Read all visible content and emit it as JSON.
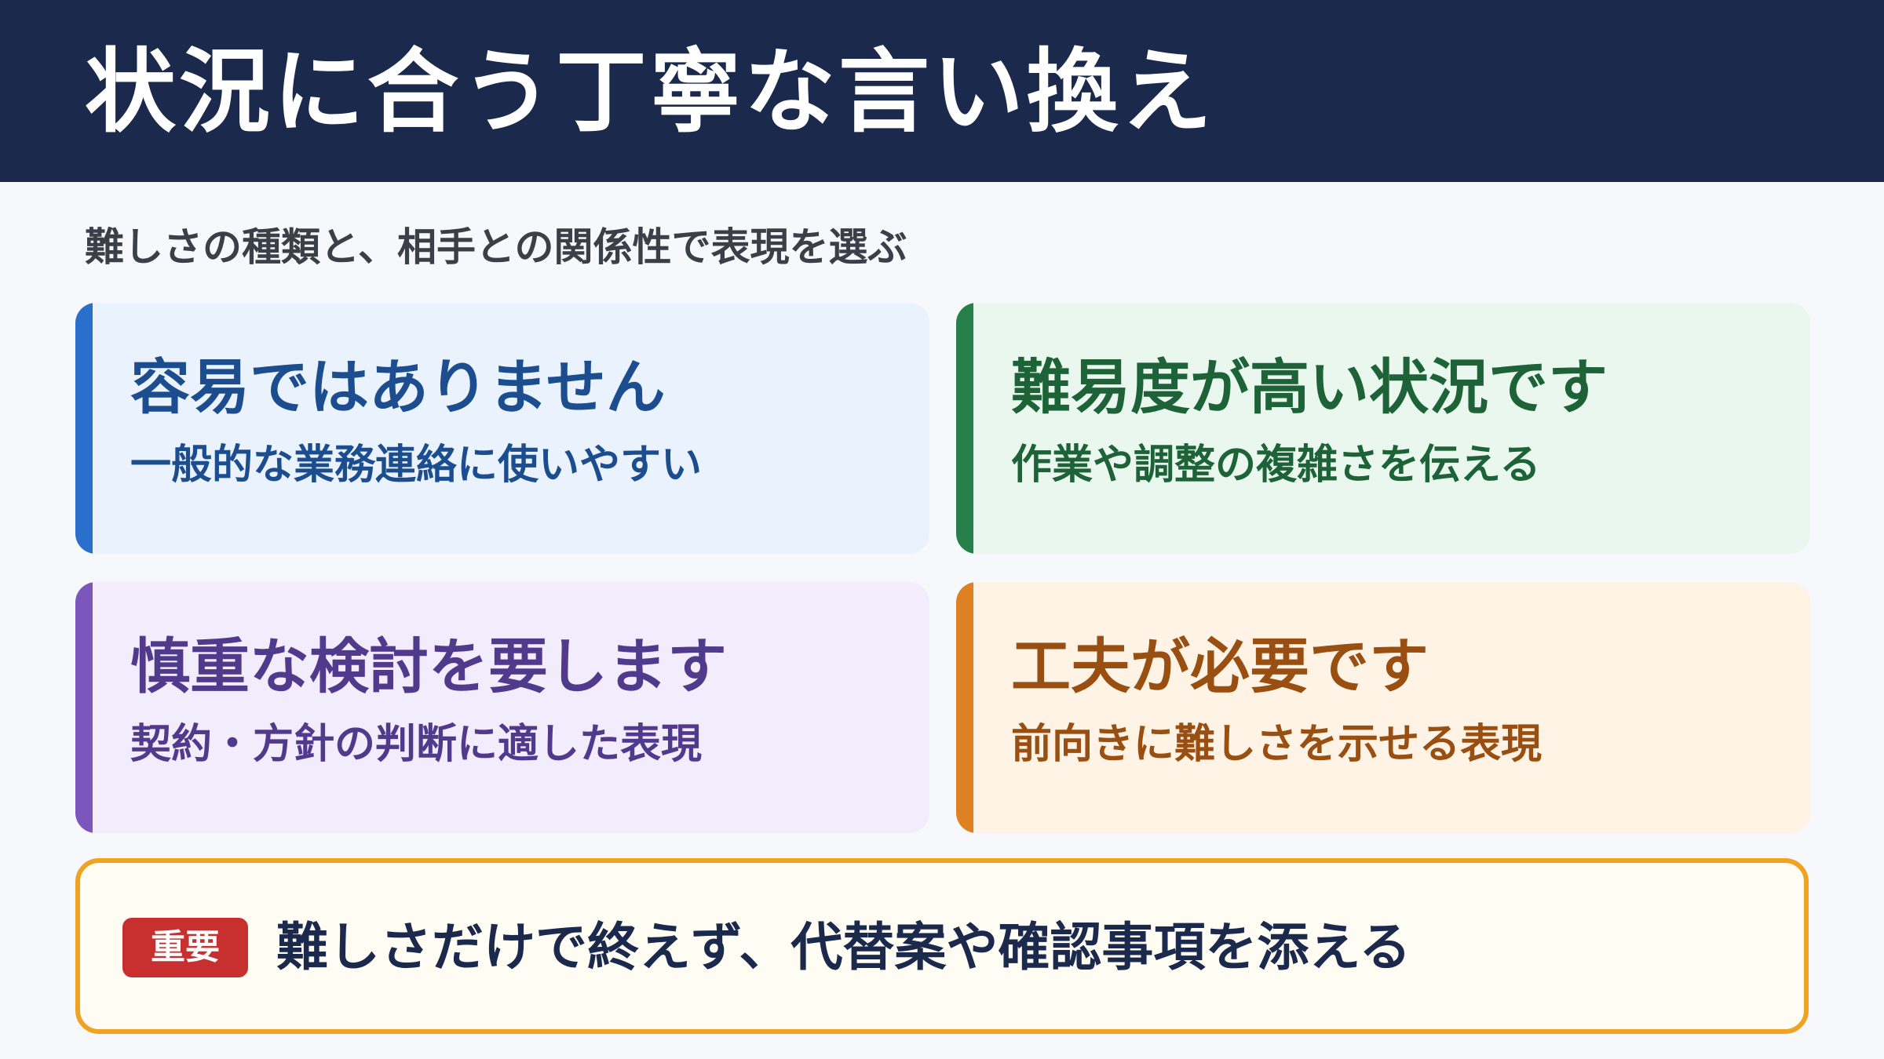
{
  "header": {
    "title": "状況に合う丁寧な言い換え"
  },
  "subtitle": "難しさの種類と、相手との関係性で表現を選ぶ",
  "cards": [
    {
      "title": "容易ではありません",
      "description": "一般的な業務連絡に使いやすい",
      "accent": "#2a6fcb"
    },
    {
      "title": "難易度が高い状況です",
      "description": "作業や調整の複雑さを伝える",
      "accent": "#27804a"
    },
    {
      "title": "慎重な検討を要します",
      "description": "契約・方針の判断に適した表現",
      "accent": "#7a56bd"
    },
    {
      "title": "工夫が必要です",
      "description": "前向きに難しさを示せる表現",
      "accent": "#dd8123"
    }
  ],
  "note": {
    "badge": "重要",
    "text": "難しさだけで終えず、代替案や確認事項を添える",
    "border_color": "#f0a321",
    "badge_color": "#c82f2f"
  }
}
